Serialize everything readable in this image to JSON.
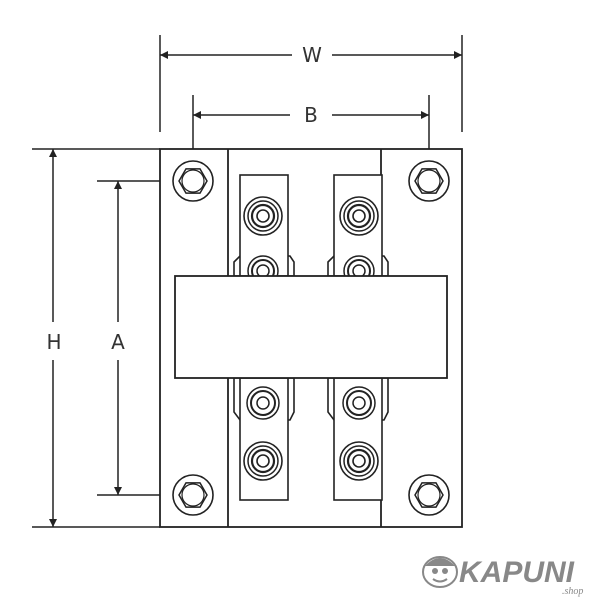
{
  "dimensions": {
    "width_label": "W",
    "span_label": "B",
    "height_label": "H",
    "hole_spacing_label": "A"
  },
  "watermark": {
    "brand": "KAPUNI",
    "sub": ".shop"
  }
}
